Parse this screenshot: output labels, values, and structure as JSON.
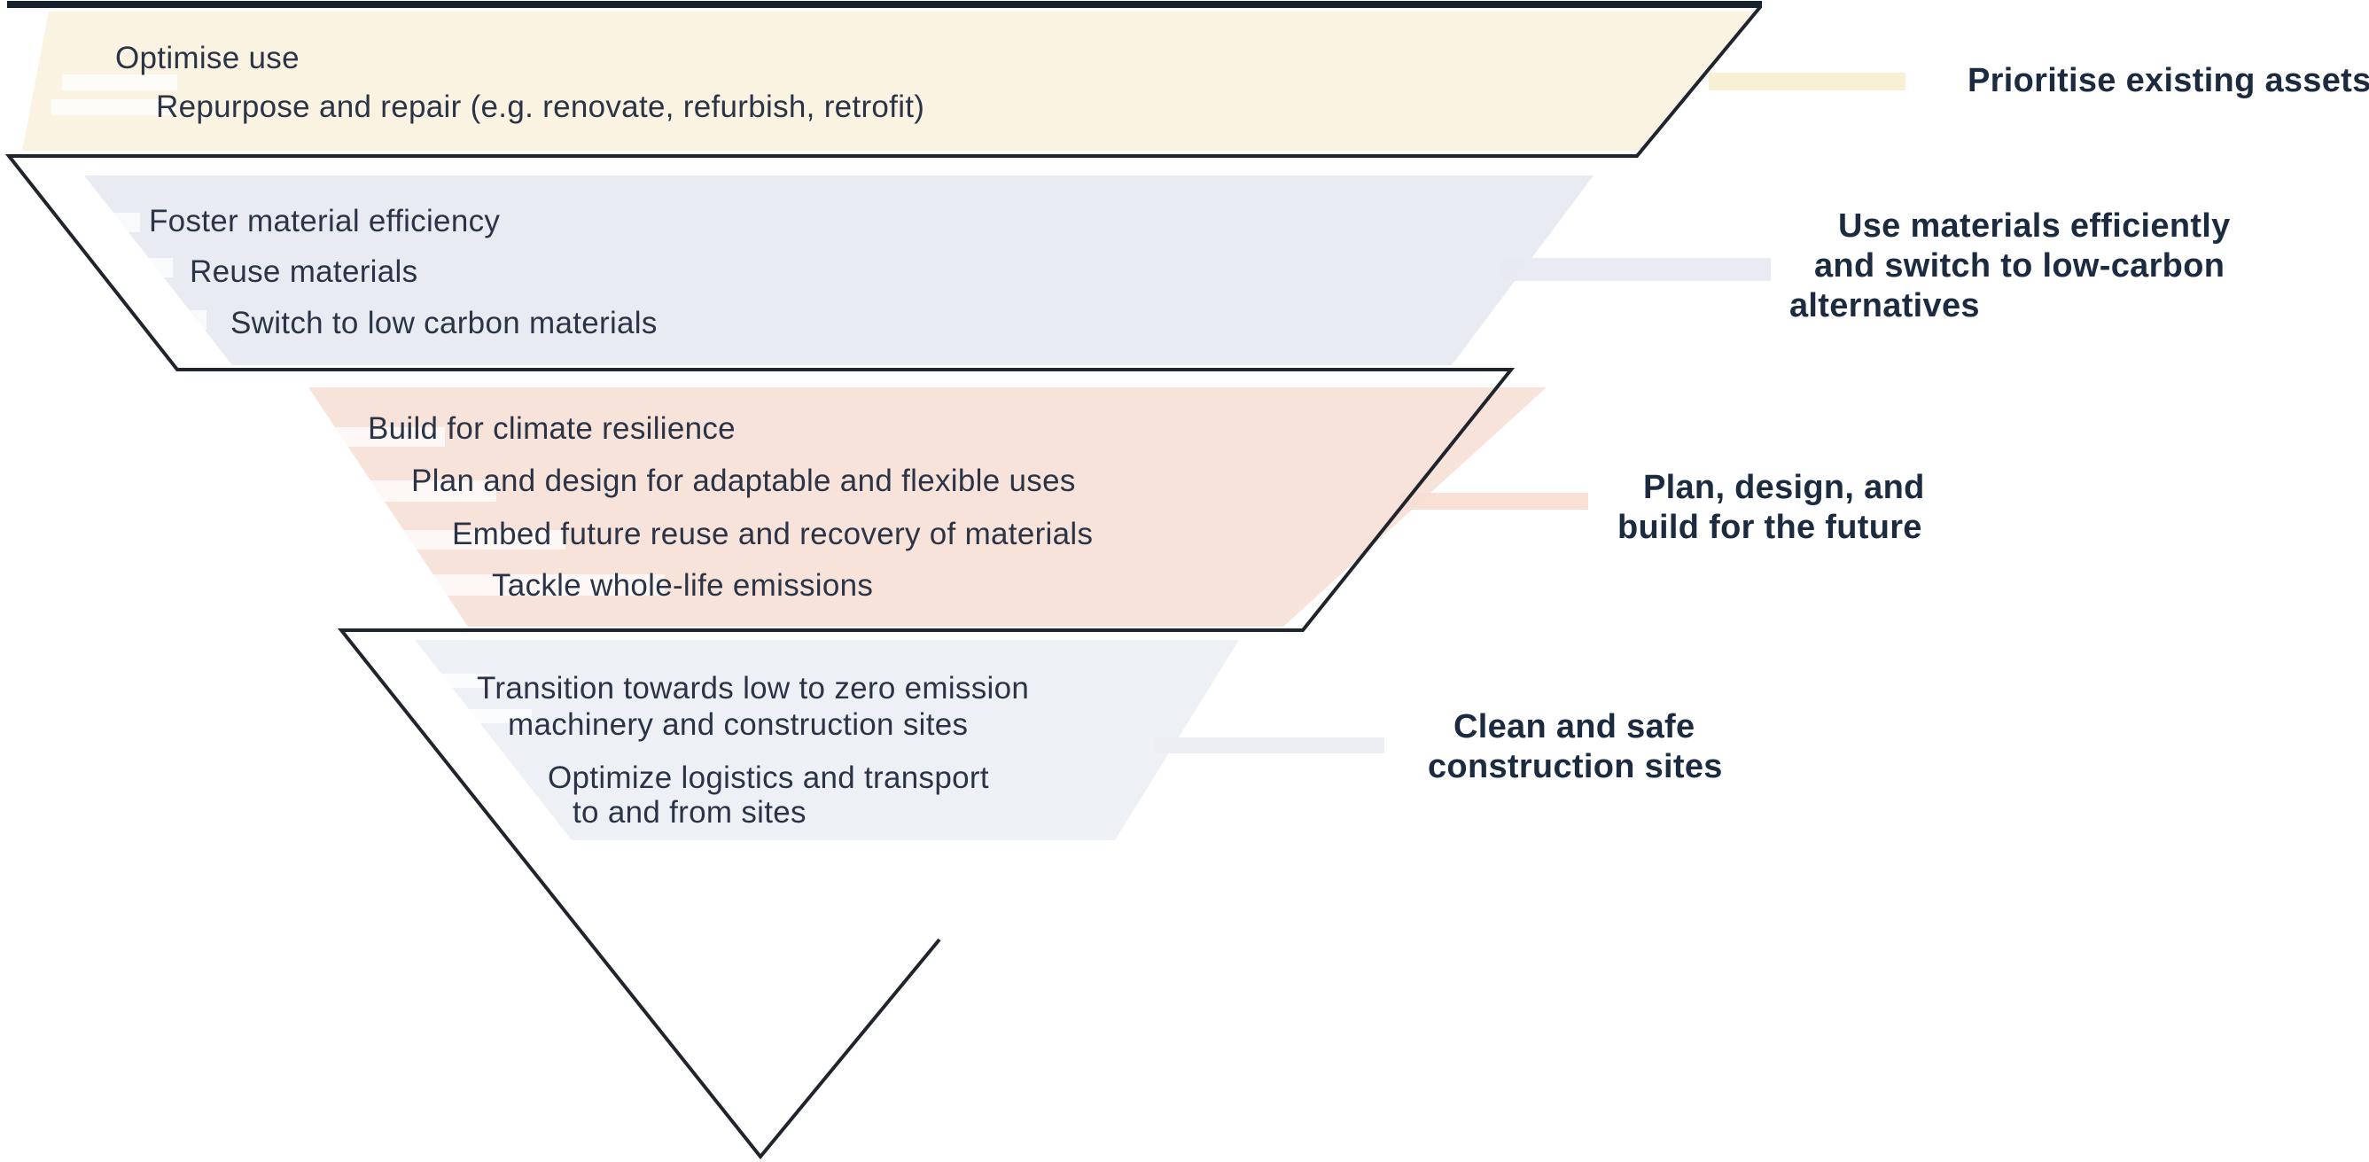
{
  "diagram": {
    "type": "inverted-pyramid",
    "outline_color": "#20242c",
    "topbar_color": "#16222e",
    "item_text_color": "#2b3447",
    "label_text_color": "#1c2b40",
    "background_color": "#ffffff",
    "tiers": [
      {
        "id": "prioritise-existing-assets",
        "fill": "#fbf3e2",
        "strip": "#f8eed2",
        "lines": [
          "Optimise use",
          "Repurpose and repair (e.g. renovate, refurbish, retrofit)"
        ],
        "label_lines": [
          "Prioritise existing assets"
        ]
      },
      {
        "id": "use-materials-efficiently",
        "fill": "#e8ebf2",
        "strip": "#e7eaf1",
        "lines": [
          "Foster material efficiency",
          "Reuse materials",
          "Switch to low carbon materials"
        ],
        "label_lines": [
          "Use materials efficiently",
          "and switch to low-carbon",
          "alternatives"
        ]
      },
      {
        "id": "plan-design-build-future",
        "fill": "#f8e3db",
        "strip": "#f8ded5",
        "lines": [
          "Build for climate resilience",
          "Plan and design for adaptable and flexible uses",
          "Embed future reuse and recovery of materials",
          "Tackle whole-life emissions"
        ],
        "label_lines": [
          "Plan, design, and",
          "build for the future"
        ]
      },
      {
        "id": "clean-safe-construction-sites",
        "fill": "#edf1f6",
        "strip": "#ecedf1",
        "lines": [
          "Transition towards low to zero emission",
          "machinery and construction sites",
          "Optimize logistics and transport",
          "to and from sites"
        ],
        "label_lines": [
          "Clean and safe",
          "construction sites"
        ]
      }
    ]
  }
}
